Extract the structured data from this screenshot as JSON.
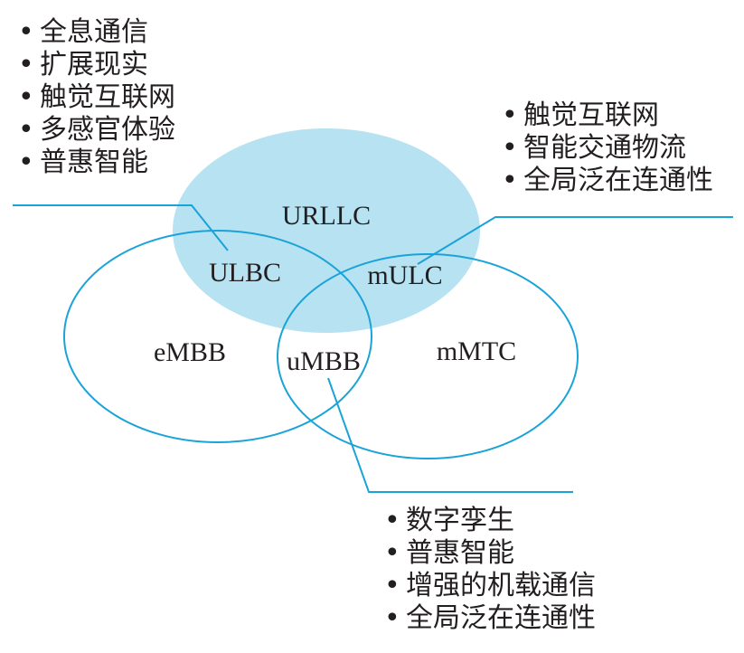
{
  "colors": {
    "urllc_fill": "#b6e2f1",
    "line": "#1aa3d9",
    "text": "#231f20"
  },
  "labels": {
    "urllc": "URLLC",
    "ulbc": "ULBC",
    "mulc": "mULC",
    "embb": "eMBB",
    "umbb": "uMBB",
    "mmtc": "mMTC"
  },
  "bullet_symbol": "•",
  "lists": {
    "top_left": [
      "全息通信",
      "扩展现实",
      "触觉互联网",
      "多感官体验",
      "普惠智能"
    ],
    "top_right": [
      "触觉互联网",
      "智能交通物流",
      "全局泛在连通性"
    ],
    "bottom_right": [
      "数字孪生",
      "普惠智能",
      "增强的机载通信",
      "全局泛在连通性"
    ]
  }
}
